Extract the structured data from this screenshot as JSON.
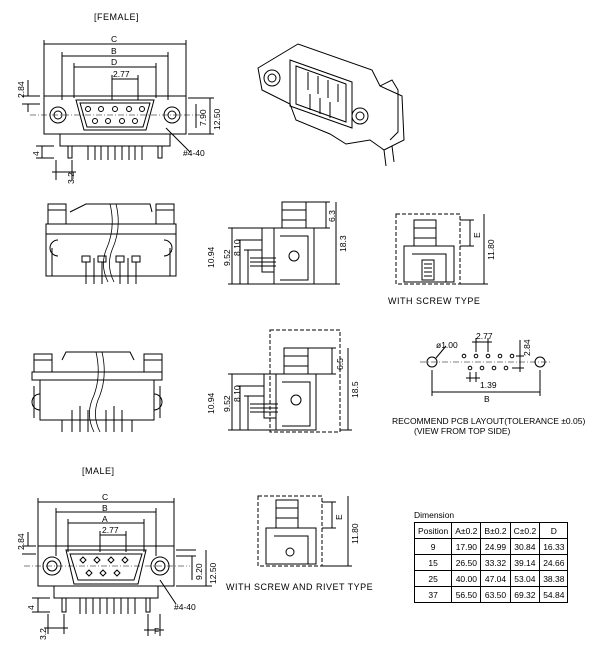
{
  "titles": {
    "female": "[FEMALE]",
    "male": "[MALE]"
  },
  "captions": {
    "screw": "WITH  SCREW  TYPE",
    "screw_rivet": "WITH  SCREW  AND  RIVET  TYPE",
    "pcb_line1": "RECOMMEND PCB LAYOUT(TOLERANCE ±0.05)",
    "pcb_line2": "(VIEW FROM TOP SIDE)"
  },
  "female_dims": {
    "c": "C",
    "b": "B",
    "d": "D",
    "pitch": "2.77",
    "h1": "2.84",
    "h2": "7.90",
    "h3": "12.50",
    "thread": "#4-40",
    "lead": "4",
    "tail": "3.2"
  },
  "side1_dims": {
    "h1": "10.94",
    "h2": "9.52",
    "h3": "8.10",
    "top": "6.3",
    "total": "18.3"
  },
  "screw_dims": {
    "e": "E",
    "h": "11.80"
  },
  "side2_dims": {
    "h1": "10.94",
    "h2": "9.52",
    "h3": "8.10",
    "top": "6.5",
    "total": "18.5"
  },
  "pcb_dims": {
    "hole": "ø1.00",
    "pitch": "2.77",
    "row": "2.84",
    "offset": "1.39",
    "b": "B"
  },
  "male_dims": {
    "c": "C",
    "b": "B",
    "a": "A",
    "pitch": "2.77",
    "h1": "2.84",
    "h2": "9.20",
    "h3": "12.50",
    "thread": "#4-40",
    "lead": "4",
    "tail": "3.2",
    "f": "F"
  },
  "rivet_dims": {
    "e": "E",
    "h": "11.80"
  },
  "dimension_table": {
    "title": "Dimension",
    "headers": [
      "Position",
      "A±0.2",
      "B±0.2",
      "C±0.2",
      "D"
    ],
    "rows": [
      [
        "9",
        "17.90",
        "24.99",
        "30.84",
        "16.33"
      ],
      [
        "15",
        "26.50",
        "33.32",
        "39.14",
        "24.66"
      ],
      [
        "25",
        "40.00",
        "47.04",
        "53.04",
        "38.38"
      ],
      [
        "37",
        "56.50",
        "63.50",
        "69.32",
        "54.84"
      ]
    ]
  }
}
